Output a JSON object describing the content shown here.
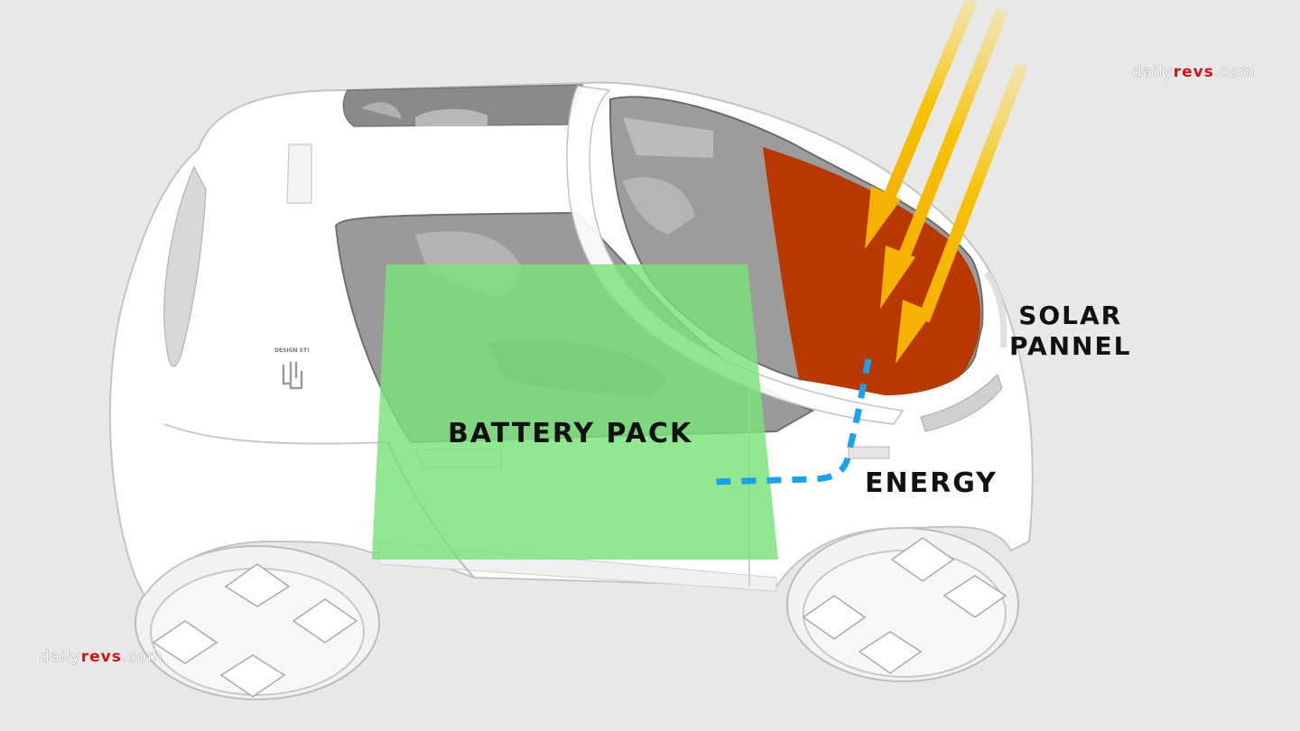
{
  "labels": {
    "battery": "BATTERY PACK",
    "energy": "ENERGY",
    "solar_line1": "SOLAR",
    "solar_line2": "PANNEL"
  },
  "watermark": {
    "prefix": "daily",
    "brand": "revs",
    "suffix": ".com"
  },
  "badge": {
    "text": "DESIGN ST!"
  },
  "colors": {
    "background": "#e8e8e8",
    "car_body": "#ffffff",
    "glass": "#8e8e8e",
    "solar_panel": "#b83800",
    "battery_pack": "#7ae37a",
    "sun_rays": "#f7b800",
    "energy_flow": "#1ea0ee"
  }
}
